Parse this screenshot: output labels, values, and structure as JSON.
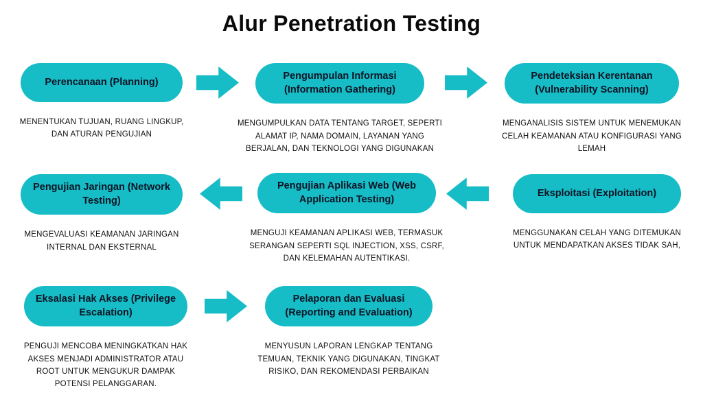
{
  "title": "Alur Penetration Testing",
  "colors": {
    "accent": "#16bcc6",
    "title_text": "#0a0a0a",
    "pill_text": "#0c1424",
    "desc_text": "#101010",
    "background": "#ffffff"
  },
  "icons": {
    "arrow_right": "block-arrow-right",
    "arrow_left": "block-arrow-left"
  },
  "steps": [
    {
      "title": "Perencanaan (Planning)",
      "desc": "MENENTUKAN TUJUAN, RUANG LINGKUP, DAN ATURAN PENGUJIAN"
    },
    {
      "title": "Pengumpulan Informasi (Information Gathering)",
      "desc": "MENGUMPULKAN DATA TENTANG TARGET, SEPERTI ALAMAT IP, NAMA DOMAIN, LAYANAN YANG BERJALAN, DAN TEKNOLOGI YANG DIGUNAKAN"
    },
    {
      "title": "Pendeteksian Kerentanan (Vulnerability Scanning)",
      "desc": "MENGANALISIS SISTEM UNTUK MENEMUKAN CELAH KEAMANAN ATAU KONFIGURASI YANG LEMAH"
    },
    {
      "title": "Eksploitasi (Exploitation)",
      "desc": "MENGGUNAKAN CELAH YANG DITEMUKAN UNTUK MENDAPATKAN AKSES TIDAK SAH,"
    },
    {
      "title": "Pengujian Aplikasi Web (Web Application Testing)",
      "desc": "MENGUJI KEAMANAN APLIKASI WEB, TERMASUK SERANGAN SEPERTI SQL INJECTION, XSS, CSRF, DAN KELEMAHAN AUTENTIKASI."
    },
    {
      "title": "Pengujian Jaringan (Network Testing)",
      "desc": "MENGEVALUASI KEAMANAN JARINGAN INTERNAL DAN EKSTERNAL"
    },
    {
      "title": "Eksalasi Hak Akses (Privilege Escalation)",
      "desc": "PENGUJI MENCOBA MENINGKATKAN HAK AKSES MENJADI ADMINISTRATOR ATAU ROOT UNTUK MENGUKUR DAMPAK POTENSI PELANGGARAN."
    },
    {
      "title": "Pelaporan dan Evaluasi (Reporting and Evaluation)",
      "desc": "MENYUSUN LAPORAN LENGKAP TENTANG TEMUAN, TEKNIK YANG DIGUNAKAN, TINGKAT RISIKO, DAN REKOMENDASI PERBAIKAN"
    }
  ]
}
